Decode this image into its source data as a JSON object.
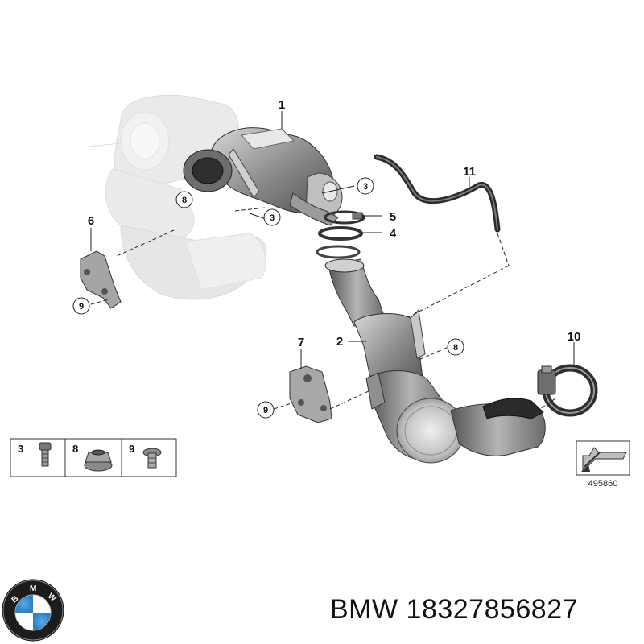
{
  "diagram": {
    "callouts": {
      "p1": "1",
      "p2": "2",
      "p3a": "3",
      "p3b": "3",
      "p4": "4",
      "p5": "5",
      "p6": "6",
      "p7": "7",
      "p8a": "8",
      "p8b": "8",
      "p9a": "9",
      "p9b": "9",
      "p10": "10",
      "p11": "11"
    },
    "legend": [
      "3",
      "8",
      "9"
    ],
    "reference_number": "495860"
  },
  "brand": {
    "logo_letters": [
      "B",
      "M",
      "W"
    ],
    "caption": "BMW 18327856827"
  },
  "colors": {
    "ghost": "#e4e4e4",
    "part_dark": "#5a5a5a",
    "part_mid": "#8c8c8c",
    "part_light": "#c8c8c8",
    "bmw_blue": "#2f7fc1"
  }
}
